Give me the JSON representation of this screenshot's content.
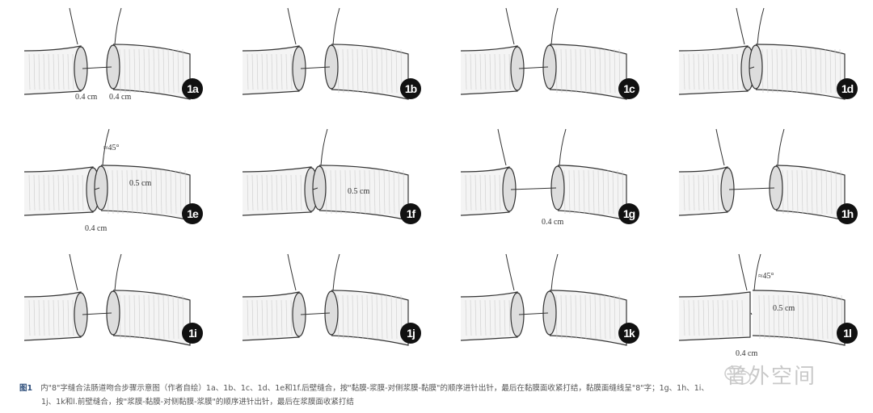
{
  "figure": {
    "panels": [
      {
        "id": "1a",
        "layout": "separated",
        "annotations": [
          "0.4 cm",
          "0.4 cm"
        ]
      },
      {
        "id": "1b",
        "layout": "separated",
        "annotations": []
      },
      {
        "id": "1c",
        "layout": "separated",
        "annotations": []
      },
      {
        "id": "1d",
        "layout": "joined",
        "annotations": []
      },
      {
        "id": "1e",
        "layout": "joined",
        "annotations": [
          "≈45°",
          "0.5 cm",
          "0.4 cm"
        ]
      },
      {
        "id": "1f",
        "layout": "joined",
        "annotations": [
          "0.5 cm"
        ]
      },
      {
        "id": "1g",
        "layout": "wide",
        "annotations": [
          "0.4 cm"
        ]
      },
      {
        "id": "1h",
        "layout": "wide",
        "annotations": []
      },
      {
        "id": "1i",
        "layout": "separated",
        "annotations": []
      },
      {
        "id": "1j",
        "layout": "separated",
        "annotations": []
      },
      {
        "id": "1k",
        "layout": "separated",
        "annotations": []
      },
      {
        "id": "1l",
        "layout": "closed",
        "annotations": [
          "≈45°",
          "0.5 cm",
          "0.4 cm"
        ]
      }
    ]
  },
  "caption": {
    "label": "图1",
    "line1": "内\"8\"字缝合法肠道吻合步骤示意图（作者自绘）1a、1b、1c、1d、1e和1f.后壁缝合，按\"黏膜-浆膜-对侧浆膜-黏膜\"的顺序进针出针，最后在黏膜面收紧打结，黏膜面缝线呈\"8\"字；1g、1h、1i、",
    "line2": "1j、1k和l.前壁缝合，按\"浆膜-黏膜-对侧黏膜-浆膜\"的顺序进针出针，最后在浆膜面收紧打结"
  },
  "watermark": "普外空间",
  "colors": {
    "ink": "#333333",
    "caption_label": "#2c4d7a",
    "badge": "#111111"
  }
}
